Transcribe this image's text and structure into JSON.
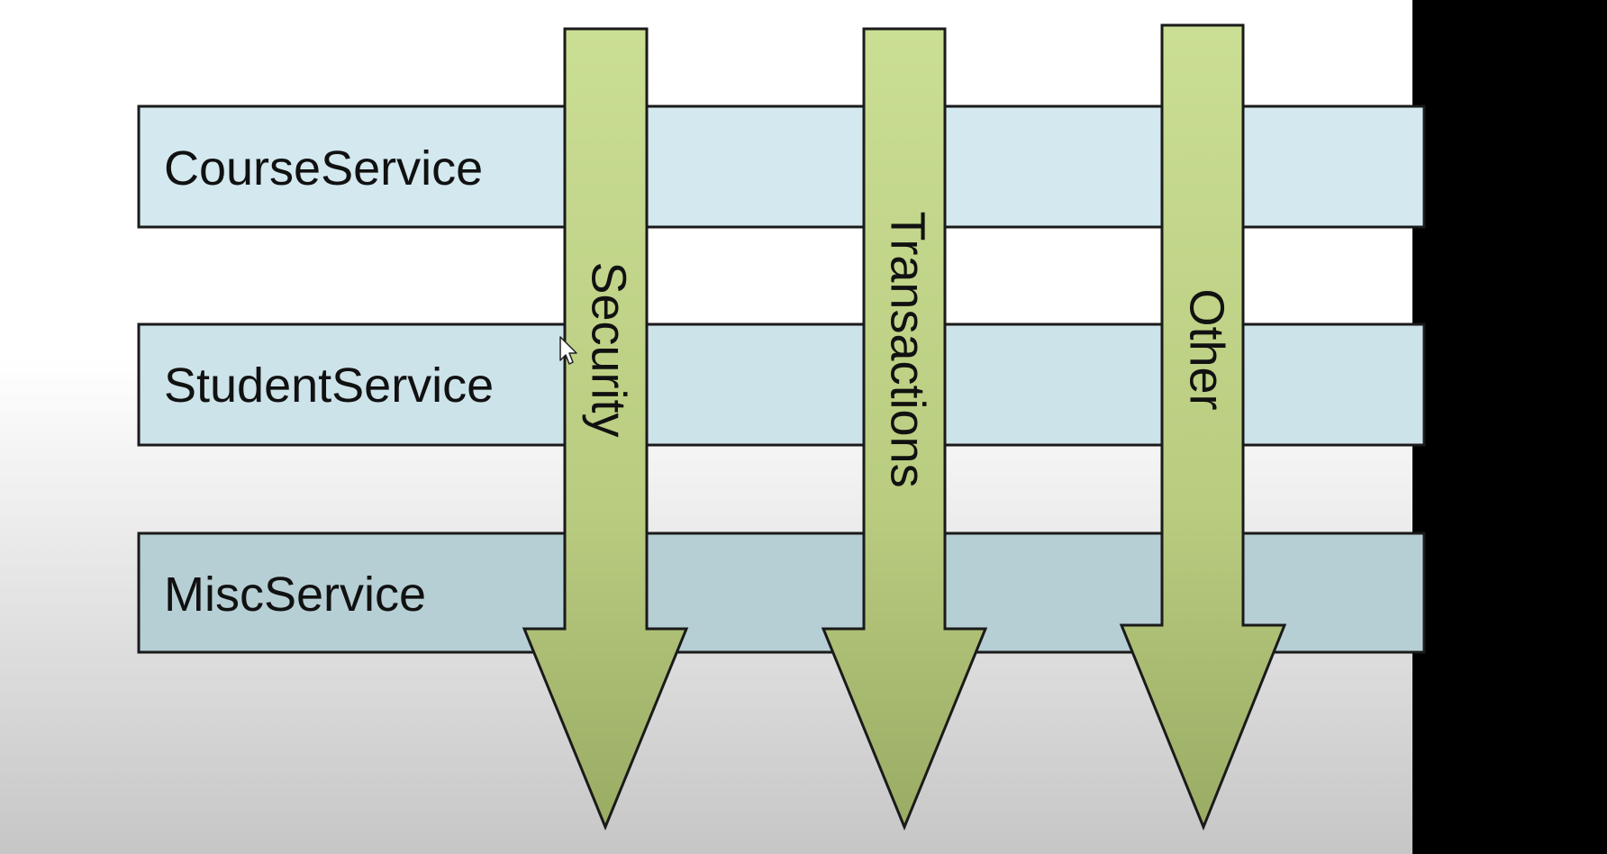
{
  "services": [
    {
      "label": "CourseService"
    },
    {
      "label": "StudentService"
    },
    {
      "label": "MiscService"
    }
  ],
  "concerns": [
    {
      "label": "Security"
    },
    {
      "label": "Transactions"
    },
    {
      "label": "Other"
    }
  ],
  "icons": {
    "cursor": "mouse-pointer-icon"
  },
  "colors": {
    "service_fill_top": "#d2e9ef",
    "service_fill_bottom": "#b6cdd3",
    "arrow_fill_top": "#c9dd92",
    "arrow_fill_bottom": "#9eb068",
    "outline": "#1a1a1a",
    "background_top": "#ffffff",
    "background_bottom": "#c9c9c9",
    "letterbox": "#000000"
  }
}
